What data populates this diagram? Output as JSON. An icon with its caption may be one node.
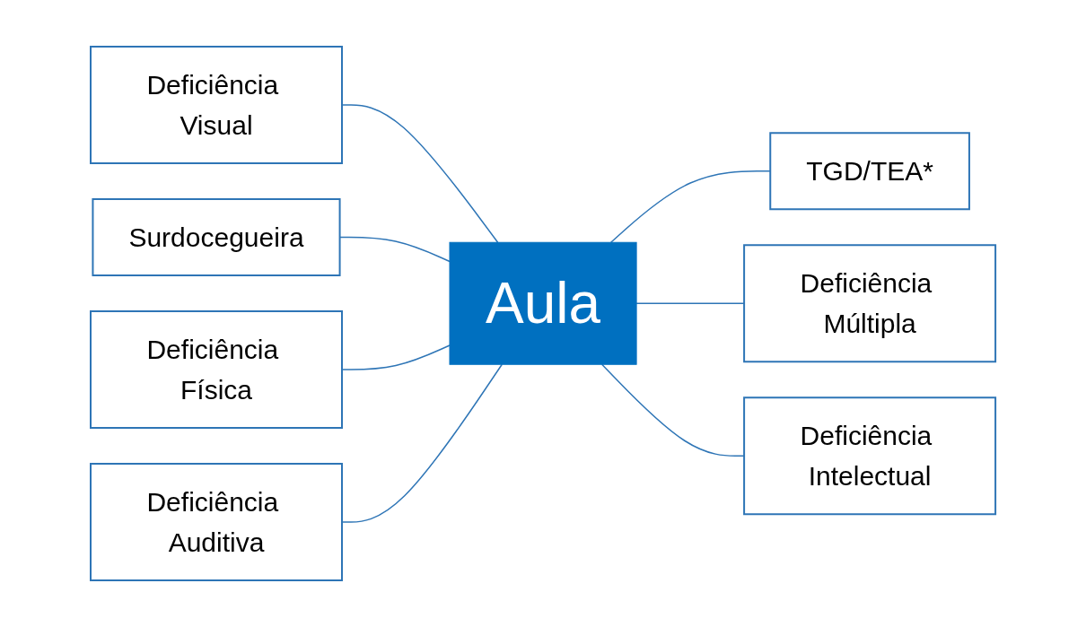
{
  "diagram": {
    "nodes": [
      {
        "text": [
          "Deficiência Visual"
        ]
      },
      {
        "text": [
          "TGD/TEA*"
        ]
      },
      {
        "text": [
          "Surdocegueira"
        ]
      },
      {
        "text": [
          "Aula"
        ]
      },
      {
        "text": [
          "Deficiência Múltipla"
        ]
      },
      {
        "text": [
          "Deficiência Física"
        ]
      },
      {
        "text": [
          "Deficiência Auditiva"
        ]
      },
      {
        "text": [
          "Deficiência Intelectual"
        ]
      }
    ],
    "edges": [
      {
        "from": 0,
        "to": 3,
        "arrow": "none"
      },
      {
        "from": 3,
        "to": 1,
        "arrow": "none"
      },
      {
        "from": 2,
        "to": 3,
        "arrow": "none"
      },
      {
        "from": 3,
        "to": 4,
        "arrow": "none"
      },
      {
        "from": 5,
        "to": 3,
        "arrow": "none"
      },
      {
        "from": 6,
        "to": 3,
        "arrow": "none"
      },
      {
        "from": 3,
        "to": 7,
        "arrow": "none"
      }
    ]
  }
}
